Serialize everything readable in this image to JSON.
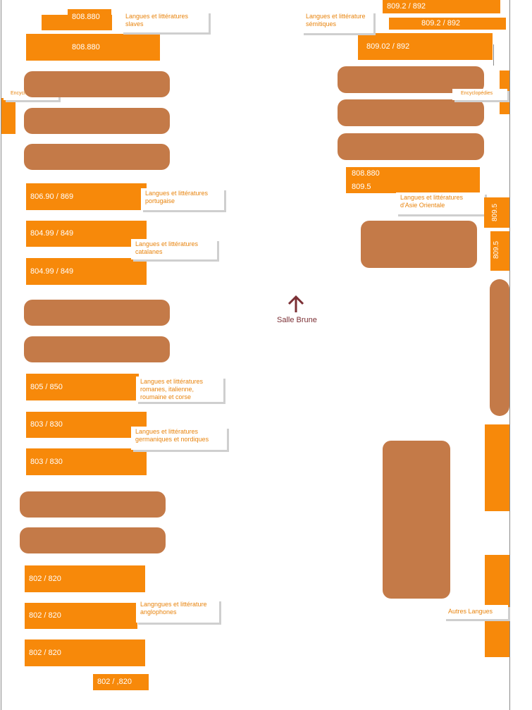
{
  "colors": {
    "shelf": "#F7890A",
    "table": "#C47A48",
    "label_text": "#E8840E",
    "room_label": "#7B2F34"
  },
  "shelves": {
    "s1": "808.880",
    "s2": "808.880",
    "s3": "806.90 / 869",
    "s4": "804.99 / 849",
    "s5": "804.99 / 849",
    "s6": "805 / 850",
    "s7": "803 / 830",
    "s8": "803 / 830",
    "s9": "802 / 820",
    "s10": "802 / 820",
    "s11": "802 / 820",
    "s12": "802 / ,820",
    "r1": "809.2 / 892",
    "r2": "809.2 / 892",
    "r3": "809.02  / 892",
    "r4_line1": "808.880",
    "r4_line2": "809.5",
    "v1": "809.5",
    "v2": "809.5"
  },
  "labels": {
    "slaves": [
      "Langues et littératures",
      "slaves"
    ],
    "semitiques": [
      "Langues et littérature",
      "sémitiques"
    ],
    "encyclo_left": "Encyclopédias",
    "encyclo_right": "Encyclopédies",
    "portugaise": [
      "Langues et littératures",
      "portugaise"
    ],
    "catalanes": [
      "Langues et littératures",
      "catalanes"
    ],
    "asie": [
      "Langues et littératures",
      "d'Asie Orientale"
    ],
    "romanes": [
      "Langues et littératures",
      "romanes, italienne,",
      "roumaine et corse"
    ],
    "germaniques": [
      "Langues et littératures",
      "germaniques et nordiques"
    ],
    "anglophones": [
      "Langngues et littérature",
      "anglophones"
    ],
    "autres": "Autres Langues"
  },
  "room": {
    "name": "Salle Brune"
  }
}
